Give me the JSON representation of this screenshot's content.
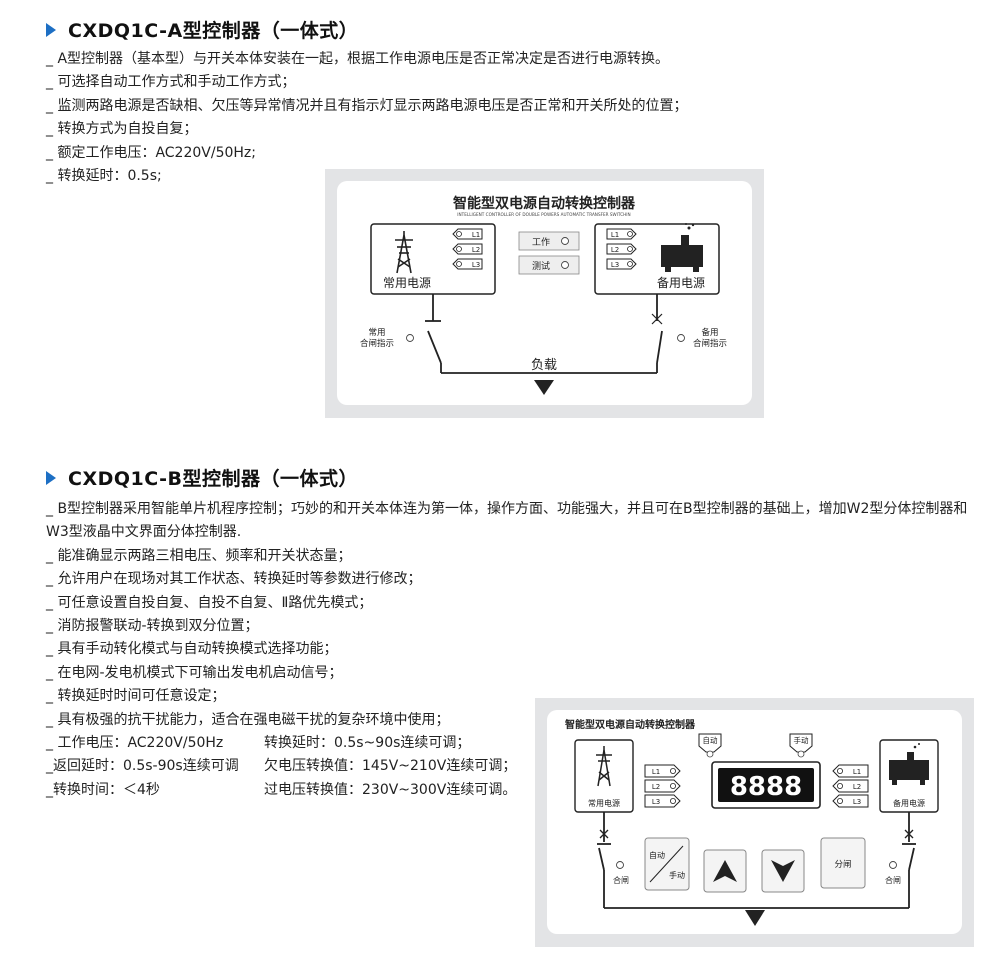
{
  "section_a": {
    "title": "CXDQ1C-A型控制器（一体式）",
    "lines": [
      "_ A型控制器（基本型）与开关本体安装在一起，根据工作电源电压是否正常决定是否进行电源转换。",
      "_ 可选择自动工作方式和手动工作方式；",
      "_ 监测两路电源是否缺相、欠压等异常情况并且有指示灯显示两路电源电压是否正常和开关所处的位置；",
      "_ 转换方式为自投自复；",
      "_ 额定工作电压：AC220V/50Hz;",
      "_ 转换延时：0.5s;"
    ],
    "panel": {
      "title": "智能型双电源自动转换控制器",
      "subtitle": "INTELLIGENT CONTROLLER OF DOUBLE POWERS AUTOMATIC TRANSFER SWITCHIN",
      "left_source": "常用电源",
      "right_source": "备用电源",
      "phases": [
        "L1",
        "L2",
        "L3"
      ],
      "work": "工作",
      "test": "测试",
      "left_ind_1": "常用",
      "left_ind_2": "合闸指示",
      "right_ind_1": "备用",
      "right_ind_2": "合闸指示",
      "load": "负载"
    }
  },
  "section_b": {
    "title": "CXDQ1C-B型控制器（一体式）",
    "para": "_ B型控制器采用智能单片机程序控制；巧妙的和开关本体连为第一体，操作方面、功能强大，并且可在B型控制器的基础上，增加W2型分体控制器和W3型液晶中文界面分体控制器.",
    "lines": [
      "_ 能准确显示两路三相电压、频率和开关状态量；",
      "_ 允许用户在现场对其工作状态、转换延时等参数进行修改；",
      "_ 可任意设置自投自复、自投不自复、Ⅱ路优先模式；",
      "_ 消防报警联动-转换到双分位置；",
      "_ 具有手动转化模式与自动转换模式选择功能；",
      "_ 在电网-发电机模式下可输出发电机启动信号；",
      "_ 转换延时时间可任意设定；",
      "_ 具有极强的抗干扰能力，适合在强电磁干扰的复杂环境中使用；"
    ],
    "pairs": [
      [
        "_ 工作电压：AC220V/50Hz",
        "转换延时：0.5s~90s连续可调；"
      ],
      [
        "_返回延时：0.5s-90s连续可调",
        "欠电压转换值：145V~210V连续可调；"
      ],
      [
        "_转换时间：＜4秒",
        "过电压转换值：230V~300V连续可调。"
      ]
    ],
    "panel": {
      "title": "智能型双电源自动转换控制器",
      "auto": "自动",
      "manual": "手动",
      "display": "8888",
      "phases": [
        "L1",
        "L2",
        "L3"
      ],
      "left_source": "常用电源",
      "right_source": "备用电源",
      "close_left": "合闸",
      "close_right": "合闸",
      "btn_auto": "自动",
      "btn_manual": "手动",
      "btn_off": "分闸"
    }
  },
  "colors": {
    "accent": "#1d6fc4",
    "panel_bg": "#e3e4e6",
    "display_bg": "#111111"
  }
}
